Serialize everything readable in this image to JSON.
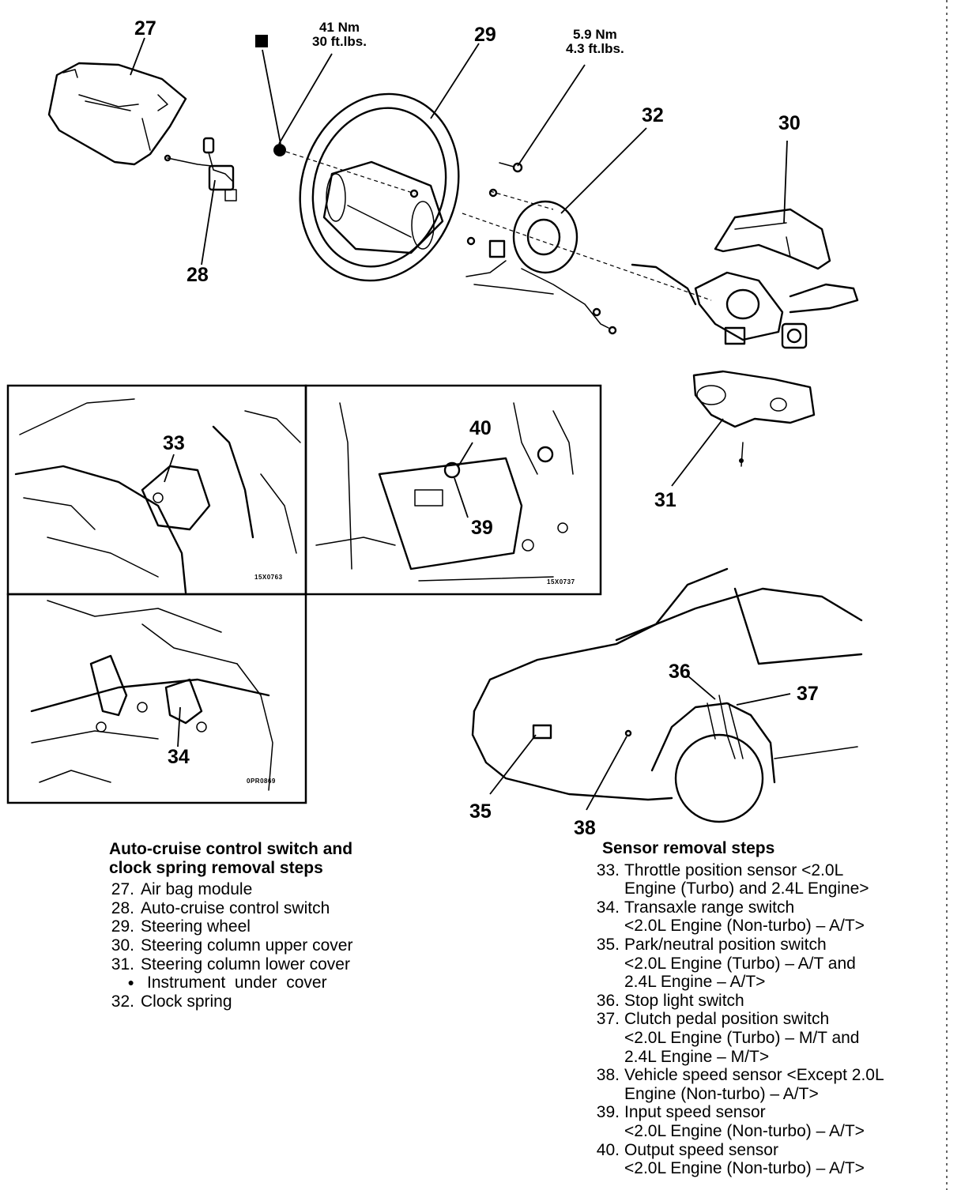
{
  "callouts": {
    "c27": "27",
    "c28": "28",
    "c29": "29",
    "c30": "30",
    "c31": "31",
    "c32": "32",
    "c33": "33",
    "c34": "34",
    "c35": "35",
    "c36": "36",
    "c37": "37",
    "c38": "38",
    "c39": "39",
    "c40": "40"
  },
  "torque_left": {
    "line1": "41 Nm",
    "line2": "30 ft.lbs."
  },
  "torque_right": {
    "line1": "5.9 Nm",
    "line2": "4.3 ft.lbs."
  },
  "inset_codes": {
    "a": "15X0763",
    "b": "15X0737",
    "c": "0PR0869"
  },
  "legend_left": {
    "title": "Auto-cruise control switch and\nclock spring removal steps",
    "items": [
      {
        "n": "27.",
        "text": "Air bag module"
      },
      {
        "n": "28.",
        "text": "Auto-cruise control switch"
      },
      {
        "n": "29.",
        "text": "Steering wheel"
      },
      {
        "n": "30.",
        "text": "Steering column upper cover"
      },
      {
        "n": "31.",
        "text": "Steering column lower cover"
      },
      {
        "n": "●",
        "text": "Instrument  under  cover"
      },
      {
        "n": "32.",
        "text": "Clock spring"
      }
    ]
  },
  "legend_right": {
    "title": "Sensor removal steps",
    "items": [
      {
        "n": "33.",
        "text": "Throttle position sensor <2.0L\nEngine (Turbo) and 2.4L Engine>"
      },
      {
        "n": "34.",
        "text": "Transaxle range switch\n   <2.0L Engine (Non-turbo) – A/T>"
      },
      {
        "n": "35.",
        "text": "Park/neutral position switch\n   <2.0L Engine (Turbo) – A/T and\n   2.4L Engine – A/T>"
      },
      {
        "n": "36.",
        "text": "Stop light switch"
      },
      {
        "n": "37.",
        "text": "Clutch pedal position switch\n   <2.0L Engine (Turbo) – M/T and\n   2.4L Engine – M/T>"
      },
      {
        "n": "38.",
        "text": "Vehicle speed sensor <Except 2.0L\nEngine (Non-turbo) – A/T>"
      },
      {
        "n": "39.",
        "text": "Input speed sensor\n   <2.0L Engine (Non-turbo) – A/T>"
      },
      {
        "n": "40.",
        "text": "Output speed sensor\n   <2.0L Engine (Non-turbo) – A/T>"
      }
    ]
  }
}
